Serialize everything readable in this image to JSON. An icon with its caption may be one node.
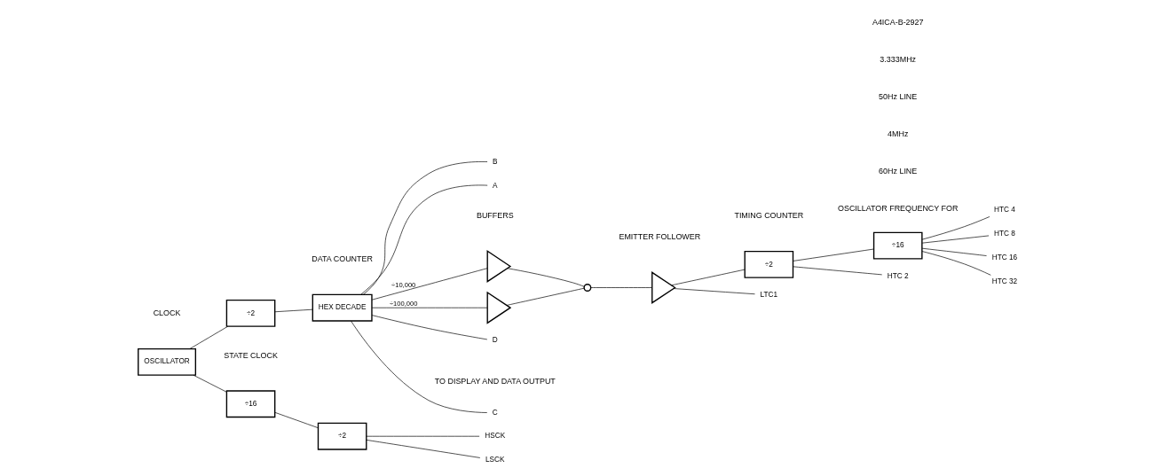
{
  "diagram": {
    "nodes": [
      {
        "text": [
          "OSCILLATOR"
        ]
      },
      {
        "text": [
          "÷2"
        ]
      },
      {
        "text": [
          "HEX DECADE"
        ]
      },
      {
        "text": [],
        "shape": "triangle"
      },
      {
        "text": [],
        "shape": "triangle"
      },
      {
        "text": [],
        "shape": "switch"
      },
      {
        "text": [],
        "shape": "triangle"
      },
      {
        "text": [
          "÷2"
        ]
      },
      {
        "text": [
          "÷16"
        ]
      },
      {
        "text": [
          "LTC1"
        ]
      },
      {
        "text": [
          "HTC 2"
        ]
      },
      {
        "text": [
          "HTC 4"
        ]
      },
      {
        "text": [
          "HTC 8"
        ]
      },
      {
        "text": [
          "HTC 16"
        ]
      },
      {
        "text": [
          "HTC 32"
        ]
      },
      {
        "text": [
          "D"
        ]
      },
      {
        "text": [
          "C"
        ]
      },
      {
        "text": [
          "B"
        ]
      },
      {
        "text": [
          "A"
        ]
      },
      {
        "text": [
          "÷16"
        ]
      },
      {
        "text": [
          "÷2"
        ]
      },
      {
        "text": [
          "HSCK"
        ]
      },
      {
        "text": [
          "LSCK"
        ]
      }
    ],
    "edges": [
      {
        "from": 0,
        "to": 1,
        "arrow": "none"
      },
      {
        "from": 0,
        "to": 19,
        "arrow": "none"
      },
      {
        "from": 1,
        "to": 2,
        "arrow": "none"
      },
      {
        "from": 2,
        "to": 3,
        "arrow": "none",
        "label": "÷10,000"
      },
      {
        "from": 2,
        "to": 4,
        "arrow": "none",
        "label": "÷100,000"
      },
      {
        "from": 3,
        "to": 5,
        "arrow": "none"
      },
      {
        "from": 4,
        "to": 5,
        "arrow": "none"
      },
      {
        "from": 5,
        "to": 6,
        "arrow": "none"
      },
      {
        "from": 6,
        "to": 7,
        "arrow": "none"
      },
      {
        "from": 6,
        "to": 9,
        "arrow": "none"
      },
      {
        "from": 7,
        "to": 8,
        "arrow": "none"
      },
      {
        "from": 7,
        "to": 10,
        "arrow": "none"
      },
      {
        "from": 8,
        "to": 11,
        "arrow": "none"
      },
      {
        "from": 8,
        "to": 12,
        "arrow": "none"
      },
      {
        "from": 8,
        "to": 13,
        "arrow": "none"
      },
      {
        "from": 8,
        "to": 14,
        "arrow": "none"
      },
      {
        "from": 2,
        "to": 15,
        "arrow": "none"
      },
      {
        "from": 2,
        "to": 16,
        "arrow": "none"
      },
      {
        "from": 2,
        "to": 17,
        "arrow": "none"
      },
      {
        "from": 2,
        "to": 18,
        "arrow": "none"
      },
      {
        "from": 19,
        "to": 20,
        "arrow": "none"
      },
      {
        "from": 20,
        "to": 21,
        "arrow": "none"
      },
      {
        "from": 20,
        "to": 22,
        "arrow": "none"
      }
    ],
    "labels": [
      "CLOCK",
      "DATA COUNTER",
      "BUFFERS",
      "EMITTER FOLLOWER",
      "TIMING COUNTER",
      "TO DISPLAY AND DATA OUTPUT",
      "STATE CLOCK",
      "OSCILLATOR FREQUENCY FOR",
      "60Hz LINE",
      "4MHz",
      "50Hz LINE",
      "3.333MHz",
      "A4ICA-B-2927"
    ]
  }
}
